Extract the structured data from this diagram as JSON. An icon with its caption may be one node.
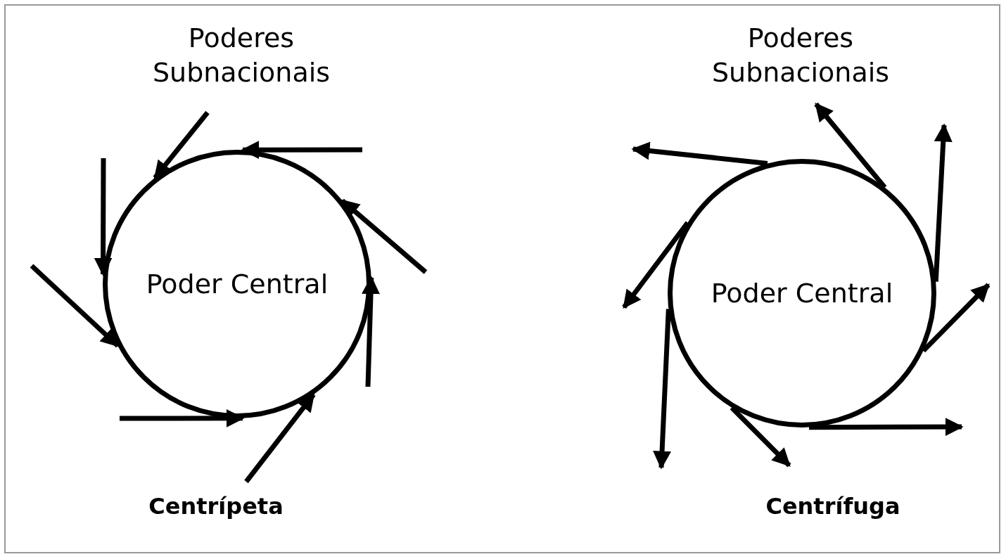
{
  "diagram": {
    "nodes": [
      {
        "text": [
          "Poder Central"
        ]
      },
      {
        "text": [
          "Poder Central"
        ]
      }
    ],
    "edges": [
      {
        "from": null,
        "to": 0,
        "arrow": "to"
      },
      {
        "from": null,
        "to": 0,
        "arrow": "to"
      },
      {
        "from": null,
        "to": 0,
        "arrow": "to"
      },
      {
        "from": null,
        "to": 0,
        "arrow": "to"
      },
      {
        "from": null,
        "to": 0,
        "arrow": "to"
      },
      {
        "from": null,
        "to": 0,
        "arrow": "to"
      },
      {
        "from": null,
        "to": 0,
        "arrow": "to"
      },
      {
        "from": null,
        "to": 0,
        "arrow": "to"
      },
      {
        "from": 1,
        "to": null,
        "arrow": "to"
      },
      {
        "from": 1,
        "to": null,
        "arrow": "to"
      },
      {
        "from": 1,
        "to": null,
        "arrow": "to"
      },
      {
        "from": 1,
        "to": null,
        "arrow": "to"
      },
      {
        "from": 1,
        "to": null,
        "arrow": "to"
      },
      {
        "from": 1,
        "to": null,
        "arrow": "to"
      },
      {
        "from": 1,
        "to": null,
        "arrow": "to"
      },
      {
        "from": 1,
        "to": null,
        "arrow": "to"
      }
    ],
    "labels": [
      "Poderes Subnacionais",
      "Poderes Subnacionais",
      "Centrípeta",
      "Centrífuga"
    ]
  }
}
